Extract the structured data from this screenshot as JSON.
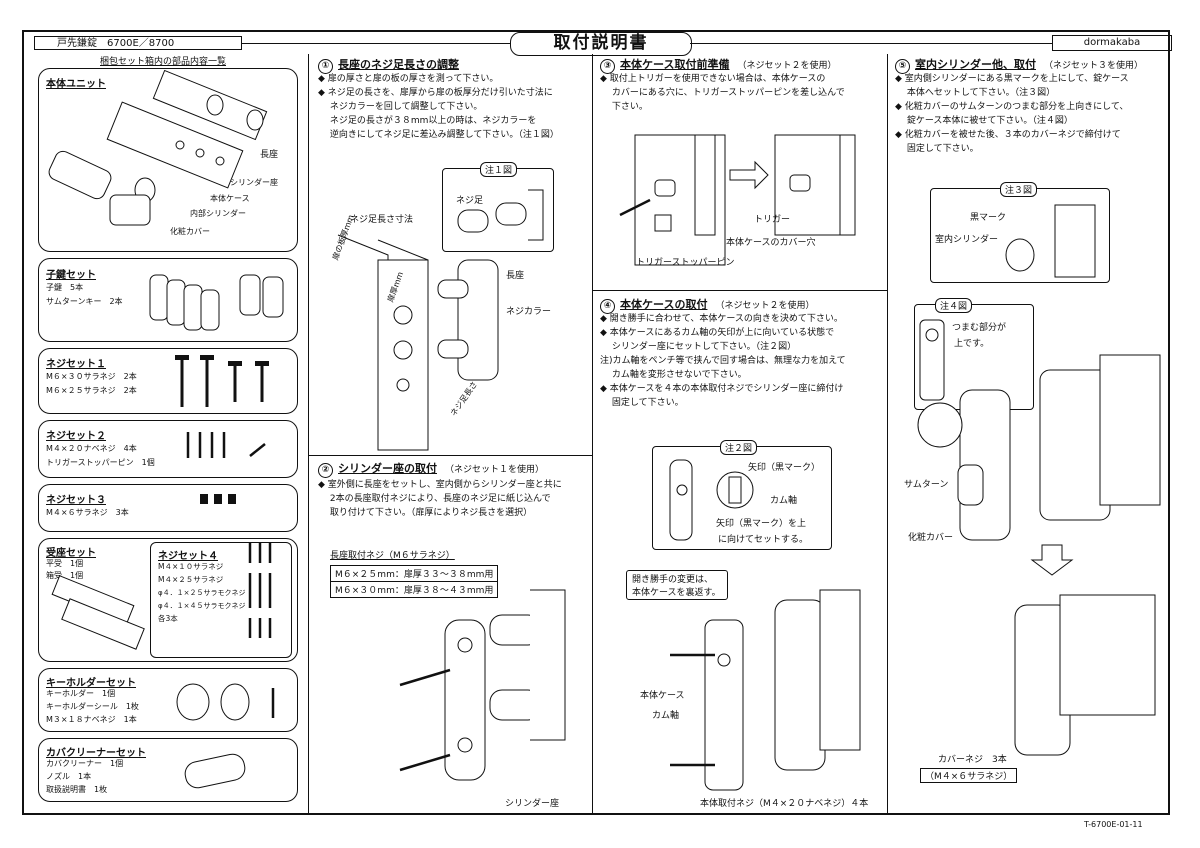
{
  "header": {
    "left": "戸先鎌錠　6700E／8700",
    "title": "取付説明書",
    "brand": "dormakaba"
  },
  "parts": {
    "heading": "梱包セット箱内の部品内容一覧",
    "unit": {
      "title": "本体ユニット",
      "labels": [
        "長座",
        "シリンダー座",
        "本体ケース",
        "内部シリンダー",
        "化粧カバー"
      ]
    },
    "key_set": {
      "title": "子鍵セット",
      "lines": [
        "子鍵　5本",
        "サムターンキー　2本"
      ]
    },
    "screw1": {
      "title": "ネジセット１",
      "lines": [
        "M６×３０サラネジ　2本",
        "M６×２５サラネジ　2本"
      ]
    },
    "screw2": {
      "title": "ネジセット２",
      "lines": [
        "M４×２０ナベネジ　4本",
        "トリガーストッパーピン　1個"
      ]
    },
    "screw3": {
      "title": "ネジセット３",
      "lines": [
        "M４×６サラネジ　3本"
      ]
    },
    "strike": {
      "title": "受座セット",
      "lines": [
        "平受　1個",
        "箱受　1個"
      ]
    },
    "screw4": {
      "title": "ネジセット４",
      "lines": [
        "M４×１０サラネジ",
        "M４×２５サラネジ",
        "φ４．１×２５サラモクネジ",
        "φ４．１×４５サラモクネジ",
        "各3本"
      ]
    },
    "holder": {
      "title": "キーホルダーセット",
      "lines": [
        "キーホルダー　1個",
        "キーホルダーシール　1枚",
        "M３×１８ナベネジ　1本"
      ]
    },
    "cleaner": {
      "title": "カバクリーナーセット",
      "lines": [
        "カバクリーナー　1個",
        "ノズル　1本",
        "取扱説明書　1枚"
      ]
    }
  },
  "sec1": {
    "num": "①",
    "title": "長座のネジ足長さの調整",
    "bullets": [
      "◆ 扉の厚さと扉の板の厚さを測って下さい。",
      "◆ ネジ足の長さを、扉厚から扉の板厚分だけ引いた寸法に",
      "　 ネジカラーを回して調整して下さい。",
      "　 ネジ足の長さが３８mm以上の時は、ネジカラーを",
      "　 逆向きにしてネジ足に差込み調整して下さい。（注１図）"
    ],
    "note": "注１図",
    "labels": {
      "screw_leg": "ネジ足",
      "leg_len": "ネジ足長さ寸法",
      "plate": "扉の板厚mm",
      "door": "扉厚mm",
      "long_plate": "長座",
      "collar": "ネジカラー",
      "leg_len2": "ネジ足長さ"
    }
  },
  "sec2": {
    "num": "②",
    "title": "シリンダー座の取付",
    "sub": "（ネジセット１を使用）",
    "bullets": [
      "◆ 室外側に長座をセットし、室内側からシリンダー座と共に",
      "　 2本の長座取付ネジにより、長座のネジ足に紙じ込んで",
      "　 取り付けて下さい。（扉厚によりネジ長さを選択）"
    ],
    "table_title": "長座取付ネジ（M６サラネジ）",
    "table": [
      "M６×２５mm：扉厚３３～３８mm用",
      "M６×３０mm：扉厚３８～４３mm用"
    ],
    "label": "シリンダー座"
  },
  "sec3": {
    "num": "③",
    "title": "本体ケース取付前準備",
    "sub": "（ネジセット２を使用）",
    "bullets": [
      "◆ 取付上トリガーを使用できない場合は、本体ケースの",
      "　 カバーにある穴に、トリガーストッパーピンを差し込んで",
      "　 下さい。"
    ],
    "labels": [
      "トリガー",
      "本体ケースのカバー穴",
      "トリガーストッパーピン"
    ]
  },
  "sec4": {
    "num": "④",
    "title": "本体ケースの取付",
    "sub": "（ネジセット２を使用）",
    "bullets": [
      "◆ 開き勝手に合わせて、本体ケースの向きを決めて下さい。",
      "◆ 本体ケースにあるカム軸の矢印が上に向いている状態で",
      "　 シリンダー座にセットして下さい。（注２図）",
      "注)カム軸をペンチ等で挟んで回す場合は、無理な力を加えて",
      "　 カム軸を変形させないで下さい。",
      "◆ 本体ケースを４本の本体取付ネジでシリンダー座に締付け",
      "　 固定して下さい。"
    ],
    "note": "注２図",
    "note_labels": [
      "矢印（黒マーク）",
      "カム軸",
      "矢印（黒マーク）を上",
      "に向けてセットする。"
    ],
    "callout": [
      "開き勝手の変更は、",
      "本体ケースを裏返す。"
    ],
    "labels": [
      "本体ケース",
      "カム軸",
      "本体取付ネジ（M４×２０ナベネジ）４本"
    ]
  },
  "sec5": {
    "num": "⑤",
    "title": "室内シリンダー他、取付",
    "sub": "（ネジセット３を使用）",
    "bullets": [
      "◆ 室内側シリンダーにある黒マークを上にして、錠ケース",
      "　 本体へセットして下さい。（注３図）",
      "◆ 化粧カバーのサムターンのつまむ部分を上向きにして、",
      "　 錠ケース本体に被せて下さい。（注４図）",
      "◆ 化粧カバーを被せた後、３本のカバーネジで締付けて",
      "　 固定して下さい。"
    ],
    "note3": "注３図",
    "note3_labels": [
      "黒マーク",
      "室内シリンダー"
    ],
    "note4": "注４図",
    "note4_labels": [
      "つまむ部分が",
      "上です。"
    ],
    "labels": [
      "サムターン",
      "化粧カバー"
    ],
    "cover_screw": "カバーネジ　3本",
    "cover_screw_spec": "（M４×６サラネジ）"
  },
  "footer": "T-6700E-01-11"
}
